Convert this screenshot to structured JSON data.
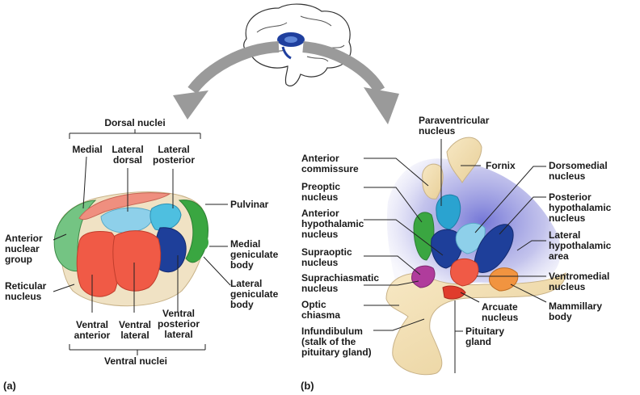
{
  "panel_a": {
    "tag": "(a)",
    "group_top": "Dorsal nuclei",
    "group_bottom": "Ventral nuclei",
    "labels": {
      "medial": "Medial",
      "lateral_dorsal": "Lateral\ndorsal",
      "lateral_posterior": "Lateral\nposterior",
      "pulvinar": "Pulvinar",
      "anterior_nuclear_group": "Anterior\nnuclear\ngroup",
      "medial_geniculate": "Medial\ngeniculate\nbody",
      "reticular_nucleus": "Reticular\nnucleus",
      "lateral_geniculate": "Lateral\ngeniculate\nbody",
      "ventral_anterior": "Ventral\nanterior",
      "ventral_lateral": "Ventral\nlateral",
      "ventral_posterior_lateral": "Ventral\nposterior\nlateral"
    }
  },
  "panel_b": {
    "tag": "(b)",
    "labels": {
      "paraventricular": "Paraventricular\nnucleus",
      "anterior_commissure": "Anterior\ncommissure",
      "fornix": "Fornix",
      "dorsomedial": "Dorsomedial\nnucleus",
      "preoptic": "Preoptic\nnucleus",
      "posterior_hypothalamic": "Posterior\nhypothalamic\nnucleus",
      "anterior_hypothalamic": "Anterior\nhypothalamic\nnucleus",
      "lateral_hypothalamic_area": "Lateral\nhypothalamic\narea",
      "supraoptic": "Supraoptic\nnucleus",
      "suprachiasmatic": "Suprachiasmatic\nnucleus",
      "ventromedial": "Ventromedial\nnucleus",
      "optic_chiasma": "Optic\nchiasma",
      "arcuate": "Arcuate\nnucleus",
      "mammillary": "Mammillary\nbody",
      "infundibulum": "Infundibulum\n(stalk of the\npituitary gland)",
      "pituitary": "Pituitary\ngland"
    }
  },
  "colors": {
    "arrow_gray": "#9a9a9a",
    "brain_highlight": "#1f3f9e",
    "pink": "#ef8f7f",
    "light_blue": "#8ed0ea",
    "cyan": "#3fb8d8",
    "navy": "#1e3f9a",
    "green": "#3aa641",
    "red_orange": "#f05a46",
    "orange": "#f19440",
    "magenta": "#b03c9c",
    "tan": "#f0dcb0",
    "lavender": "#b9b8e6"
  }
}
